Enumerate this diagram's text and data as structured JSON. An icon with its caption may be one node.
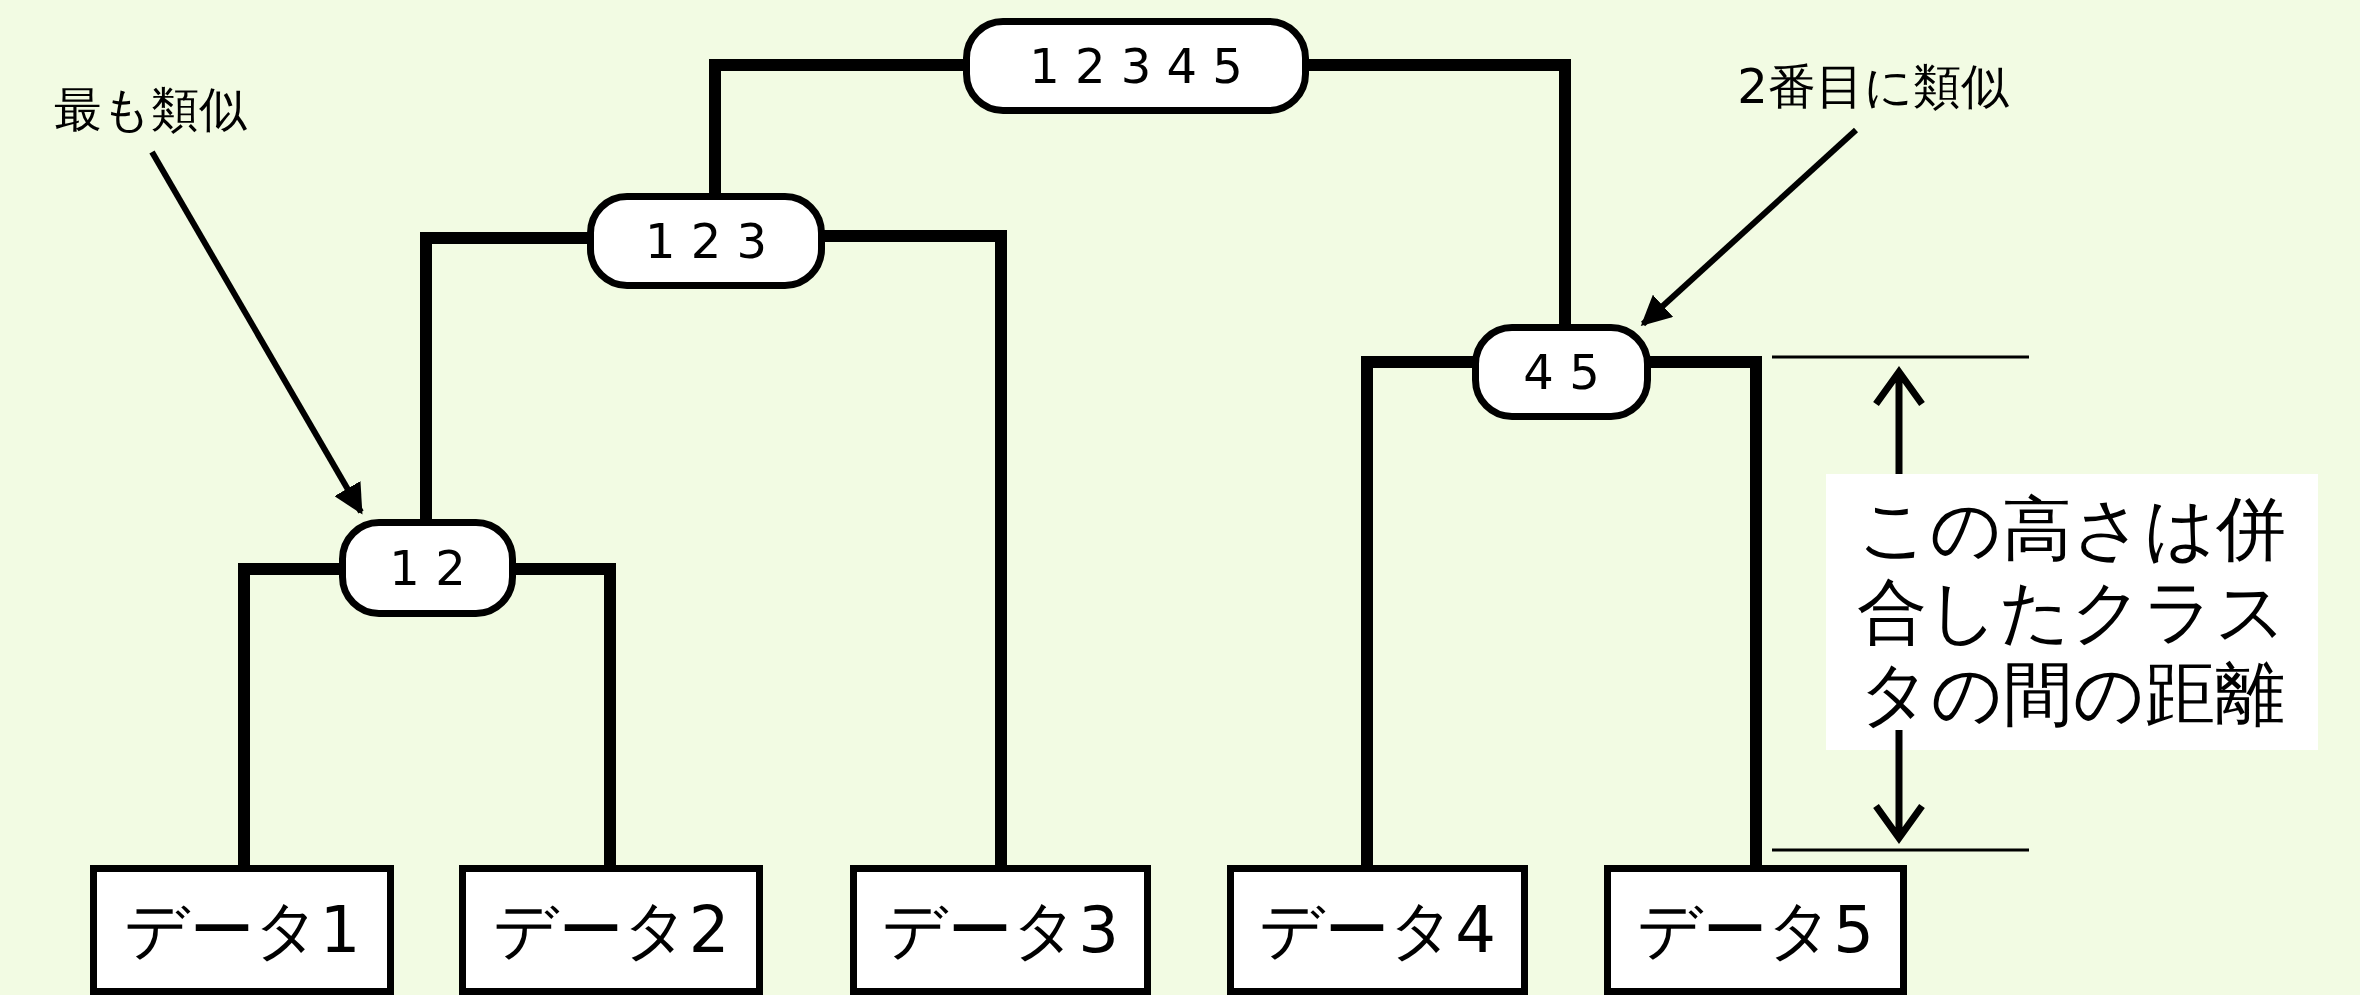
{
  "diagram": {
    "nodes": [
      {
        "text": [
          "1 2 3 4 5"
        ]
      },
      {
        "text": [
          "1 2 3"
        ]
      },
      {
        "text": [
          "4 5"
        ]
      },
      {
        "text": [
          "1 2"
        ]
      },
      {
        "text": [
          "データ1"
        ]
      },
      {
        "text": [
          "データ2"
        ]
      },
      {
        "text": [
          "データ3"
        ]
      },
      {
        "text": [
          "データ4"
        ]
      },
      {
        "text": [
          "データ5"
        ]
      },
      {
        "text": [
          "最も類似"
        ]
      },
      {
        "text": [
          "2番目に類似"
        ]
      }
    ],
    "labels": [
      "この高さは併合したクラスタの間の距離"
    ],
    "edges": [
      {
        "from": 0,
        "to": 1,
        "arrow": "none"
      },
      {
        "from": 0,
        "to": 2,
        "arrow": "none"
      },
      {
        "from": 1,
        "to": 3,
        "arrow": "none"
      },
      {
        "from": 1,
        "to": 6,
        "arrow": "none"
      },
      {
        "from": 3,
        "to": 4,
        "arrow": "none"
      },
      {
        "from": 3,
        "to": 5,
        "arrow": "none"
      },
      {
        "from": 2,
        "to": 7,
        "arrow": "none"
      },
      {
        "from": 2,
        "to": 8,
        "arrow": "none"
      },
      {
        "from": 9,
        "to": 3,
        "arrow": "to"
      },
      {
        "from": 10,
        "to": 2,
        "arrow": "to"
      }
    ]
  }
}
